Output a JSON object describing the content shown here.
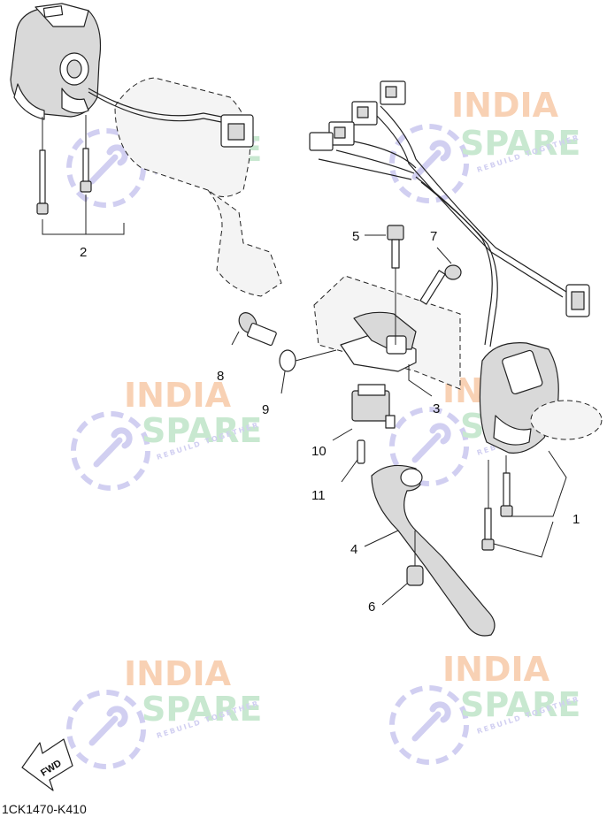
{
  "diagram_code": "1CK1470-K410",
  "fwd_label": "FWD",
  "watermark": {
    "line1": "INDIA",
    "line2": "SPARE",
    "tagline": "REBUILD TOGETHER"
  },
  "colors": {
    "watermark_orange": "#f7c9a8",
    "watermark_green": "#bfe5c8",
    "watermark_blue": "#c9c7ef",
    "ink": "#222222"
  },
  "callouts": {
    "c1": "1",
    "c2": "2",
    "c3": "3",
    "c4": "4",
    "c5": "5",
    "c6": "6",
    "c7": "7",
    "c8": "8",
    "c9": "9",
    "c10": "10",
    "c11": "11"
  }
}
